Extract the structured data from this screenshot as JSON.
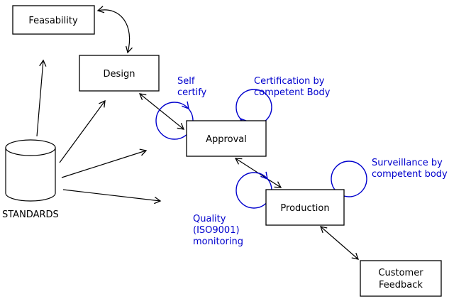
{
  "nodes": {
    "feasibility": {
      "label": "Feasability"
    },
    "design": {
      "label": "Design"
    },
    "approval": {
      "label": "Approval"
    },
    "production": {
      "label": "Production"
    },
    "customer_feedback": {
      "line1": "Customer",
      "line2": "Feedback"
    },
    "standards": {
      "label": "STANDARDS"
    }
  },
  "annotations": {
    "self_certify": {
      "line1": "Self",
      "line2": "certify"
    },
    "certification": {
      "line1": "Certification by",
      "line2": "competent Body"
    },
    "surveillance": {
      "line1": "Surveillance by",
      "line2": "competent body"
    },
    "quality_monitoring": {
      "line1": "Quality",
      "line2": "(ISO9001)",
      "line3": "monitoring"
    }
  },
  "colors": {
    "annotation_blue": "#0000cd",
    "line_black": "#000000",
    "background": "#ffffff"
  }
}
